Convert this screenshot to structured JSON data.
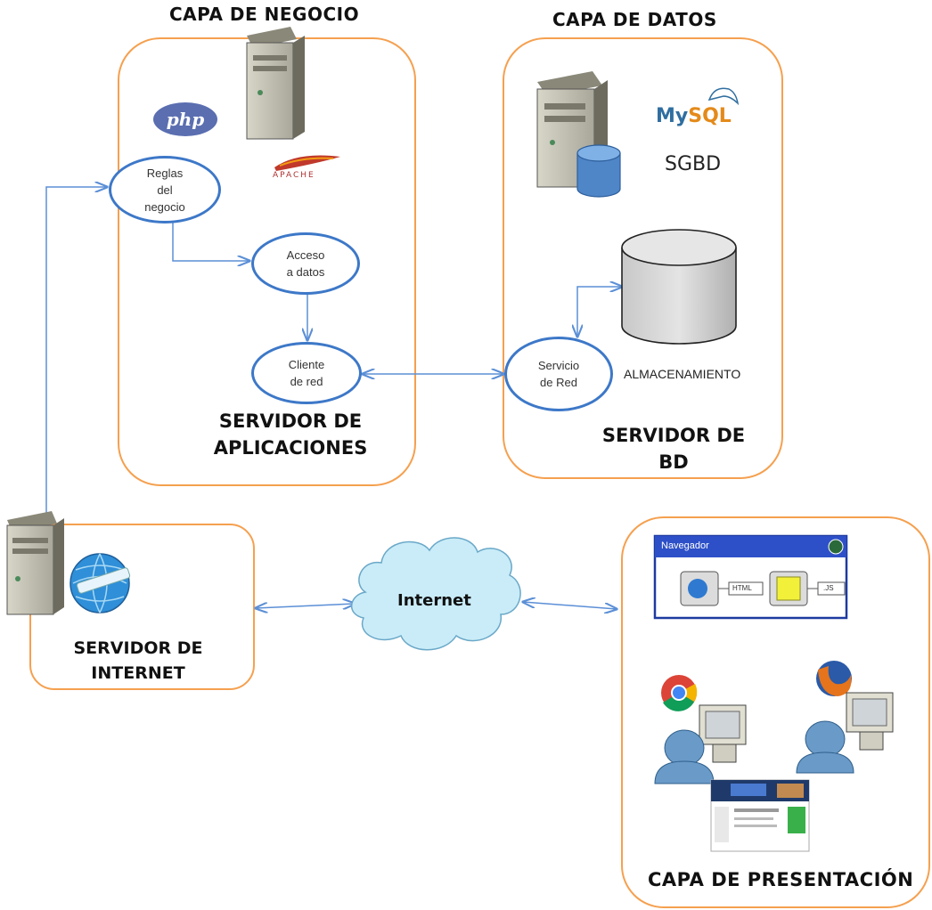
{
  "layers": {
    "negocio_title": "CAPA DE NEGOCIO",
    "datos_title": "CAPA DE DATOS",
    "presentacion_title": "CAPA DE PRESENTACIÓN"
  },
  "servers": {
    "aplicaciones": "SERVIDOR DE\nAPLICACIONES",
    "bd": "SERVIDOR DE\nBD",
    "internet": "SERVIDOR DE\nINTERNET"
  },
  "nodes": {
    "reglas": "Reglas\ndel\nnegocio",
    "acceso": "Acceso\na datos",
    "cliente": "Cliente\nde red",
    "servicio": "Servicio\nde Red"
  },
  "labels": {
    "sgbd": "SGBD",
    "almacenamiento": "ALMACENAMIENTO",
    "internet_cloud": "Internet",
    "navegador": "Navegador",
    "html_file": "HTML",
    "js_file": ".JS"
  },
  "logos": {
    "php": "php",
    "mysql_my": "My",
    "mysql_sql": "SQL",
    "apache": "APACHE"
  },
  "colors": {
    "panel_border": "#f5a04f",
    "ellipse_border": "#3d78c8",
    "arrow": "#5b8fd6",
    "cloud": "#c9ecf8"
  }
}
